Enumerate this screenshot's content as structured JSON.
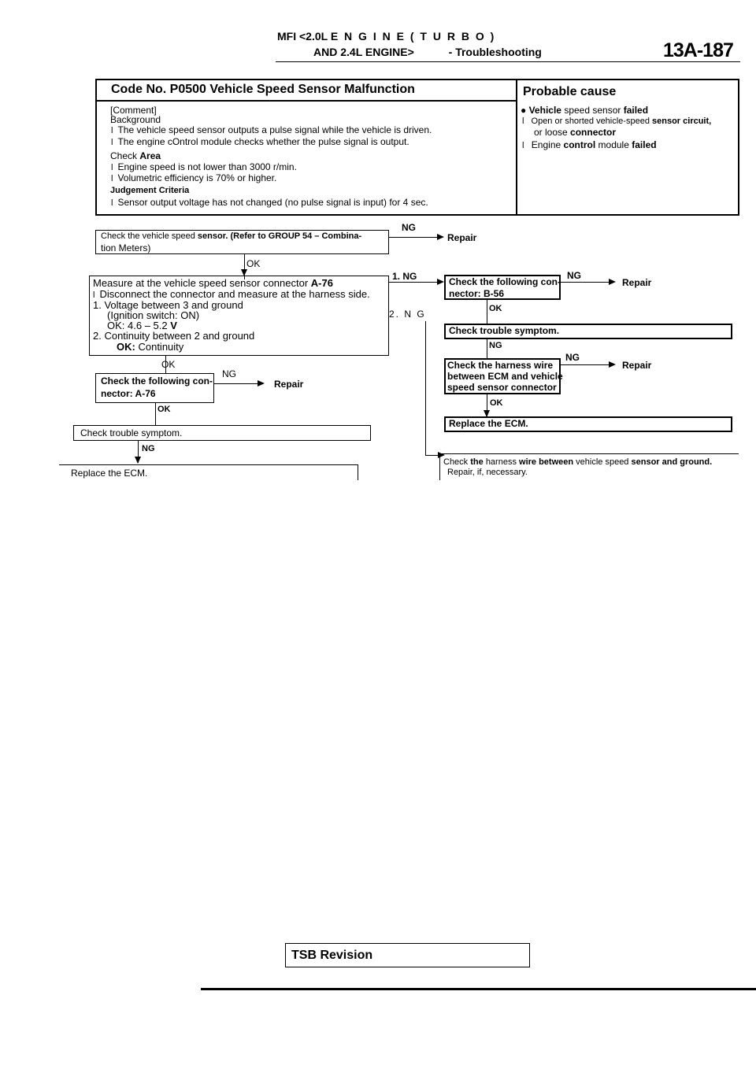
{
  "header": {
    "line1_prefix": "MFI",
    "line1_mid": "<2.0L",
    "line1_rest": "E N G I N E  ( T U R B O )",
    "line2_and": "AND",
    "line2_mid": "2.4L",
    "line2_engine": "ENGINE>",
    "line2_dash": "-",
    "line2_section": "Troubleshooting",
    "page_number": "13A-187"
  },
  "code_box": {
    "code_label": "Code No.",
    "code_value": "P0500",
    "code_title": "Vehicle Speed Sensor Malfunction",
    "comment_label": "[Comment]",
    "background_label": "Background",
    "background_items": [
      "The vehicle speed sensor outputs a pulse signal while the vehicle is driven.",
      "The engine cOntrol module checks whether the pulse signal is output."
    ],
    "check_area_label": "Check",
    "check_area_word": "Area",
    "check_area_items": [
      "Engine speed is not lower than 3000 r/min.",
      "Volumetric efficiency is 70% or higher."
    ],
    "judgement_label": "Judgement Criteria",
    "judgement_items": [
      "Sensor output voltage has not changed (no pulse signal is input) for 4 sec."
    ]
  },
  "probable_cause": {
    "title": "Probable cause",
    "item1_bold": "Vehicle",
    "item1_rest": "speed sensor",
    "item1_tail": "failed",
    "item2_line1": "Open or shorted vehicle-speed",
    "item2_line1_tail": "sensor circuit,",
    "item2_line2": "or loose",
    "item2_line2_tail": "connector",
    "item3_start": "Engine",
    "item3_mid": "control",
    "item3_rest": "module",
    "item3_tail": "failed"
  },
  "flow": {
    "step1_line1": "Check the vehicle speed",
    "step1_line1_bold": "sensor. (Refer to GROUP 54 – Combina-",
    "step1_line2": "tion Meters)",
    "ng_label": "NG",
    "repair_label": "Repair",
    "ok_label": "OK",
    "step2_lines": [
      "Measure at the vehicle speed sensor connector",
      "Disconnect the connector and measure at the harness side.",
      "1. Voltage between 3 and ground",
      "(Ignition switch: ON)",
      "OK: 4.6 – 5.2",
      "2. Continuity between 2 and ground",
      "OK:",
      "Continuity"
    ],
    "step2_connector": "A-76",
    "step2_volt_unit": "V",
    "step2_ok_bold": "OK:",
    "one_ng": "1. NG",
    "two_ng": "2. N G",
    "check_con_a76_line1": "Check the following con-",
    "check_con_a76_line2": "nector: A-76",
    "check_trouble_left": "Check trouble symptom.",
    "replace_ecm_left": "Replace the ECM.",
    "check_con_b56_line1": "Check the following con-",
    "check_con_b56_line2": "nector: B-56",
    "check_trouble_right": "Check trouble symptom.",
    "check_harness_line1": "Check the harness wire",
    "check_harness_line2": "between ECM and vehicle",
    "check_harness_line3": "speed sensor connector",
    "replace_ecm_right": "Replace the ECM.",
    "final_line1_a": "Check",
    "final_line1_b": "the",
    "final_line1_c": "harness",
    "final_line1_d": "wire between",
    "final_line1_e": "vehicle speed",
    "final_line1_f": "sensor and ground.",
    "final_line2": "Repair, if, necessary."
  },
  "footer": {
    "tsb": "TSB",
    "revision": "Revision"
  }
}
